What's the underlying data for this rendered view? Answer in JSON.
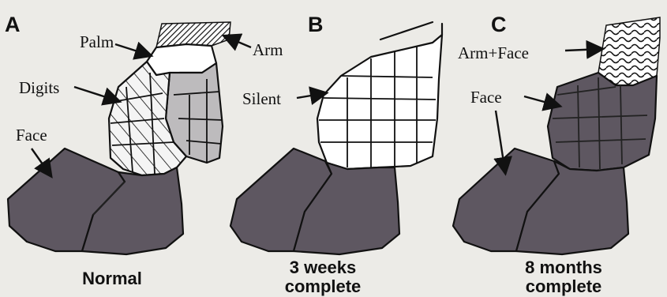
{
  "panels": [
    {
      "letter": "A",
      "labels": {
        "palm": "Palm",
        "arm": "Arm",
        "digits": "Digits",
        "face": "Face"
      },
      "caption": [
        "Normal"
      ]
    },
    {
      "letter": "B",
      "labels": {
        "silent": "Silent"
      },
      "caption": [
        "3 weeks",
        "complete"
      ]
    },
    {
      "letter": "C",
      "labels": {
        "arm_face": "Arm+Face",
        "face": "Face"
      },
      "caption": [
        "8 months",
        "complete"
      ]
    }
  ],
  "colors": {
    "face_region": "#5e5761",
    "palm_region": "#bdbbbd",
    "background": "#ecebe7"
  }
}
